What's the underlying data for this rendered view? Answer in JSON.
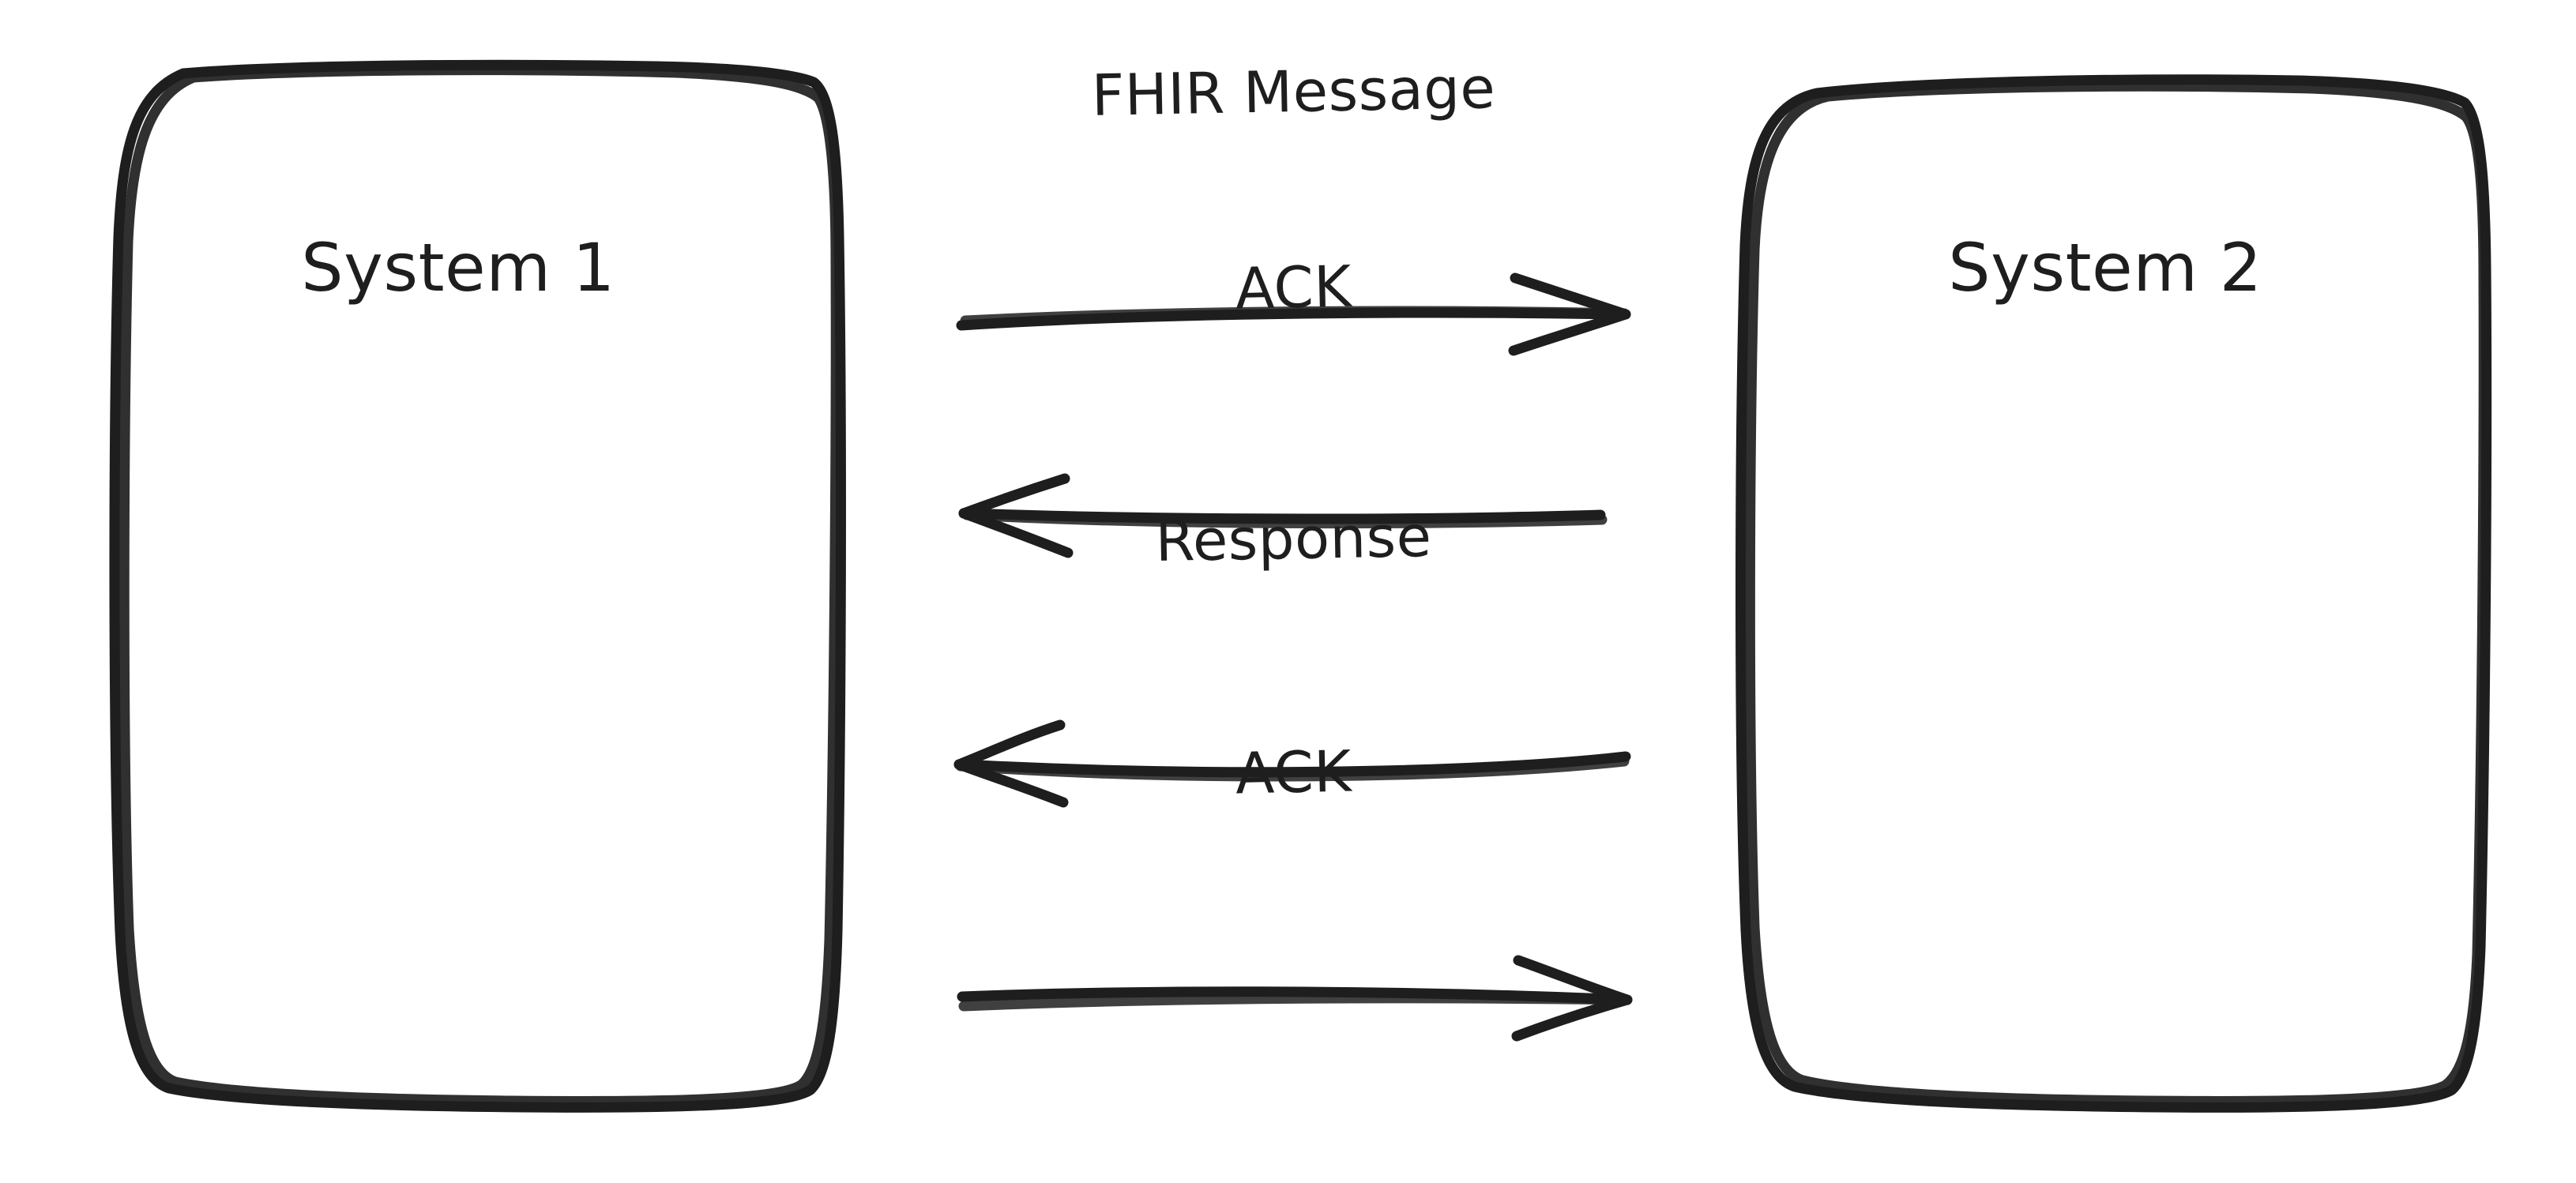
{
  "diagram": {
    "type": "sequence-diagram",
    "style": "hand-drawn",
    "background_color": "#ffffff",
    "stroke_color": "#1e1e1e",
    "nodes": [
      {
        "id": "system-1",
        "label": "System 1",
        "side": "left"
      },
      {
        "id": "system-2",
        "label": "System 2",
        "side": "right"
      }
    ],
    "messages": [
      {
        "index": 1,
        "label": "FHIR Message",
        "direction": "left-to-right",
        "from": "System 1",
        "to": "System 2"
      },
      {
        "index": 2,
        "label": "ACK",
        "direction": "right-to-left",
        "from": "System 2",
        "to": "System 1"
      },
      {
        "index": 3,
        "label": "Response",
        "direction": "right-to-left",
        "from": "System 2",
        "to": "System 1"
      },
      {
        "index": 4,
        "label": "ACK",
        "direction": "left-to-right",
        "from": "System 1",
        "to": "System 2"
      }
    ]
  }
}
